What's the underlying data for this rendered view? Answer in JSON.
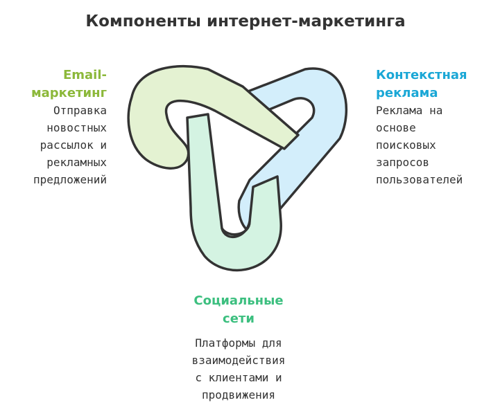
{
  "title": "Компоненты интернет-маркетинга",
  "colors": {
    "email": "#8cb83a",
    "context": "#1aa7d6",
    "social": "#3cbf7f",
    "email_fill": "#e4f2d2",
    "context_fill": "#d3eefb",
    "social_fill": "#d4f3e2",
    "outline": "#333333"
  },
  "email": {
    "heading": [
      "Email-",
      "маркетинг"
    ],
    "description": [
      "Отправка",
      "новостных",
      "рассылок и",
      "рекламных",
      "предложений"
    ],
    "icon": "knot-loop-email"
  },
  "context": {
    "heading": [
      "Контекстная",
      "реклама"
    ],
    "description": [
      "Реклама на",
      "основе",
      "поисковых",
      "запросов",
      "пользователей"
    ],
    "icon": "knot-loop-context"
  },
  "social": {
    "heading": [
      "Социальные",
      "сети"
    ],
    "description": [
      "Платформы для",
      "взаимодействия",
      "с клиентами и",
      "продвижения"
    ],
    "icon": "knot-loop-social"
  }
}
